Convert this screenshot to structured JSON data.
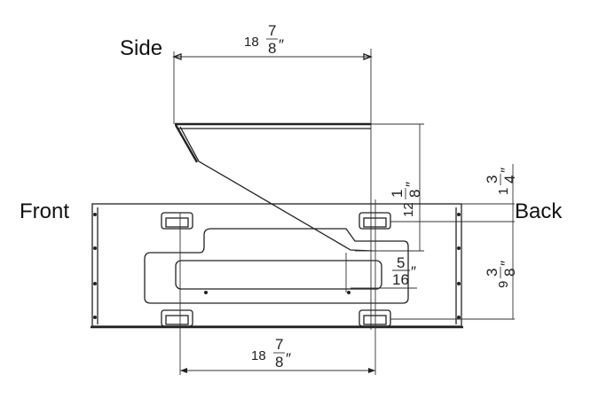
{
  "labels": {
    "side": "Side",
    "front": "Front",
    "back": "Back"
  },
  "dimensions": {
    "side_width": {
      "whole": "18",
      "num": "7",
      "den": "8",
      "unit": "″"
    },
    "side_height": {
      "whole": "12",
      "num": "1",
      "den": "8",
      "unit": "″"
    },
    "top_offset": {
      "whole": "1",
      "num": "3",
      "den": "4",
      "unit": "″"
    },
    "depth": {
      "whole": "9",
      "num": "3",
      "den": "8",
      "unit": "″"
    },
    "slot_offset": {
      "whole": "",
      "num": "5",
      "den": "16",
      "unit": "″"
    },
    "base_width": {
      "whole": "18",
      "num": "7",
      "den": "8",
      "unit": "″"
    }
  }
}
